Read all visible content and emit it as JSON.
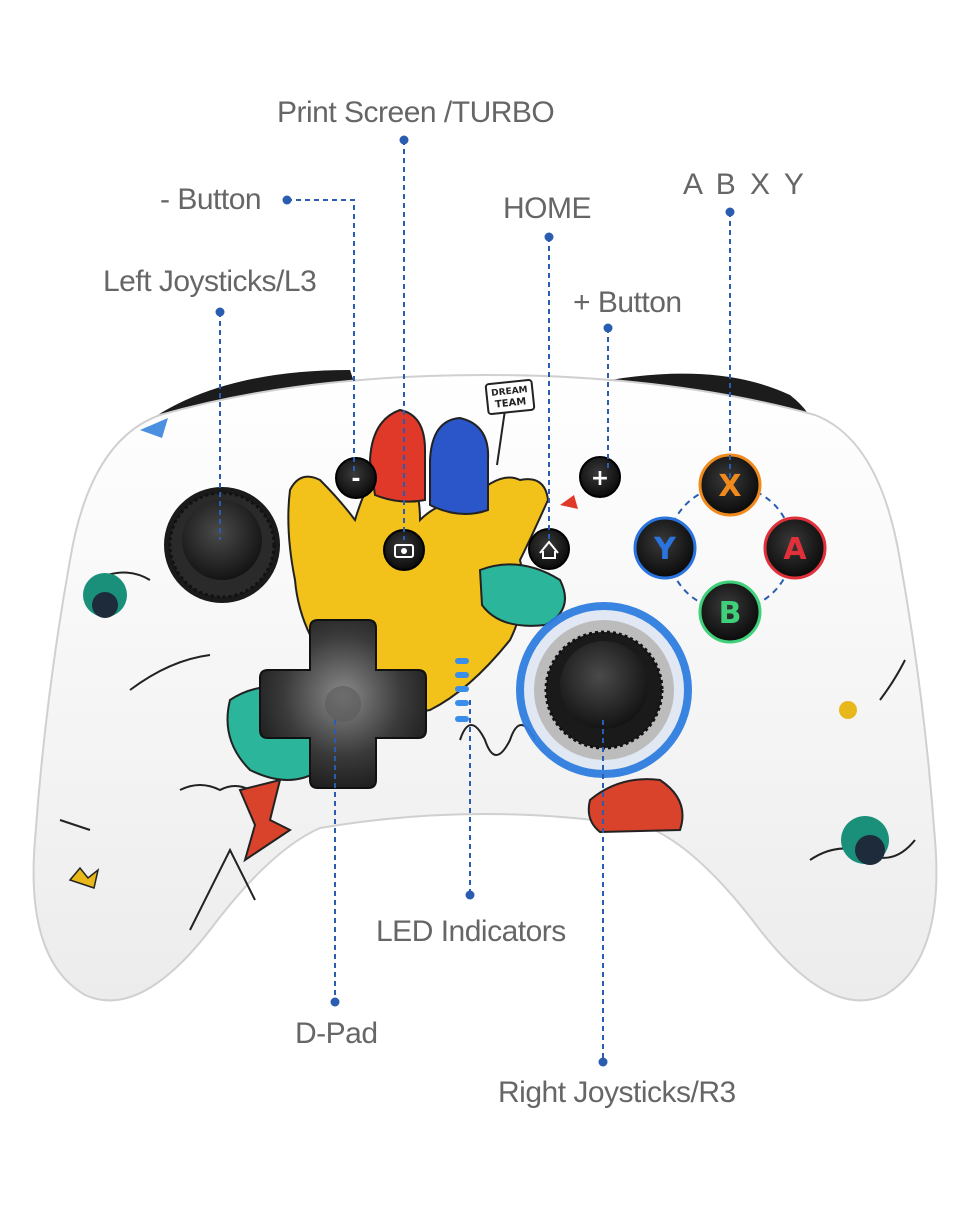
{
  "labels": {
    "print_screen": "Print Screen /TURBO",
    "minus": "- Button",
    "home": "HOME",
    "abxy": "A B X Y",
    "left_stick": "Left Joysticks/L3",
    "plus": "+ Button",
    "led": "LED Indicators",
    "dpad": "D-Pad",
    "right_stick": "Right Joysticks/R3"
  },
  "sign": {
    "line1": "DREAM",
    "line2": "TEAM"
  },
  "face_buttons": {
    "x": "X",
    "y": "Y",
    "a": "A",
    "b": "B"
  },
  "small_buttons": {
    "minus": "-",
    "plus": "+"
  },
  "icons": [
    "camera-icon",
    "home-icon"
  ],
  "colors": {
    "callout": "#2a5db0",
    "label": "#666666",
    "body": "#f4f4f4",
    "led": "#3a8de8",
    "ring": "#2f7de0",
    "x_button": "#f08a1c",
    "y_button": "#2a74e0",
    "a_button": "#e0303a",
    "b_button": "#3fd07a"
  }
}
